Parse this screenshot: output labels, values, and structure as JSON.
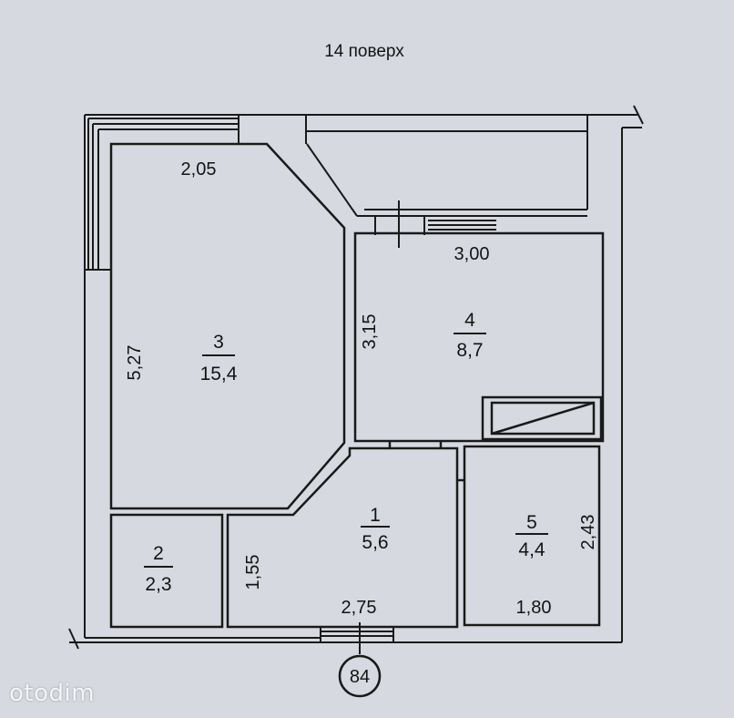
{
  "title": "14 поверх",
  "rooms": [
    {
      "number": "3",
      "area": "15,4"
    },
    {
      "number": "4",
      "area": "8,7"
    },
    {
      "number": "1",
      "area": "5,6"
    },
    {
      "number": "2",
      "area": "2,3"
    },
    {
      "number": "5",
      "area": "4,4"
    }
  ],
  "dimensions": {
    "room3_top": "2,05",
    "room3_left": "5,27",
    "room4_top": "3,00",
    "room4_left": "3,15",
    "room1_left": "1,55",
    "room1_bottom": "2,75",
    "room5_right": "2,43",
    "room5_bottom": "1,80"
  },
  "apartment_number": "84",
  "watermark": "otodim",
  "colors": {
    "background": "#d6d9df",
    "lines": "#1a1a1a",
    "watermark": "#f4f5f7"
  }
}
